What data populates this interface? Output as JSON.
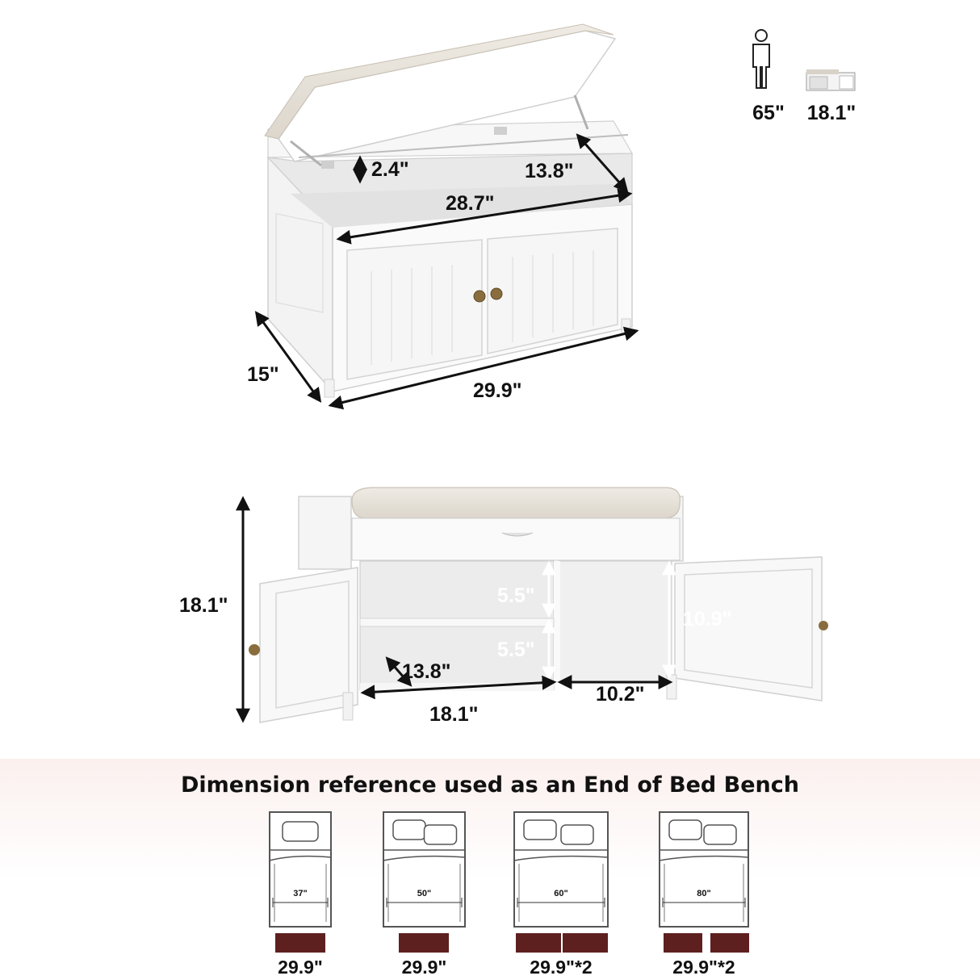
{
  "reference": {
    "height": "65\"",
    "bench_height": "18.1\""
  },
  "top_view": {
    "cavity_depth": "2.4\"",
    "inner_depth": "13.8\"",
    "inner_width": "28.7\"",
    "outer_depth": "15\"",
    "outer_width": "29.9\""
  },
  "front_view": {
    "height": "18.1\"",
    "shelf_top": "5.5\"",
    "shelf_bottom": "5.5\"",
    "shelf_depth": "13.8\"",
    "left_width": "18.1\"",
    "right_height": "10.9\"",
    "right_width": "10.2\""
  },
  "bed_section": {
    "title": "Dimension reference used as an End of Bed Bench",
    "beds": [
      {
        "width": "37\"",
        "bench_label": "29.9\"",
        "bench_count": 1
      },
      {
        "width": "50\"",
        "bench_label": "29.9\"",
        "bench_count": 1
      },
      {
        "width": "60\"",
        "bench_label": "29.9\"*2",
        "bench_count": 2
      },
      {
        "width": "80\"",
        "bench_label": "29.9\"*2",
        "bench_count": 2
      }
    ],
    "bench_color": "#5e1f1f"
  }
}
